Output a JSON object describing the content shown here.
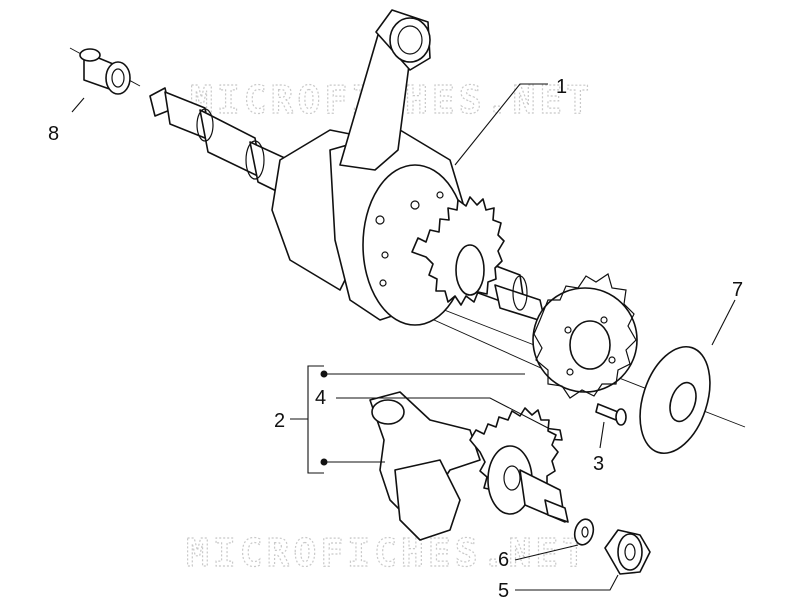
{
  "watermark": {
    "text": "MICROFICHES.NET",
    "color": "#c9c9c9"
  },
  "callouts": [
    {
      "id": "1",
      "label": "1"
    },
    {
      "id": "2",
      "label": "2"
    },
    {
      "id": "3",
      "label": "3"
    },
    {
      "id": "4",
      "label": "4"
    },
    {
      "id": "5",
      "label": "5"
    },
    {
      "id": "6",
      "label": "6"
    },
    {
      "id": "7",
      "label": "7"
    },
    {
      "id": "8",
      "label": "8"
    }
  ],
  "colors": {
    "line": "#111111",
    "background": "#ffffff"
  }
}
